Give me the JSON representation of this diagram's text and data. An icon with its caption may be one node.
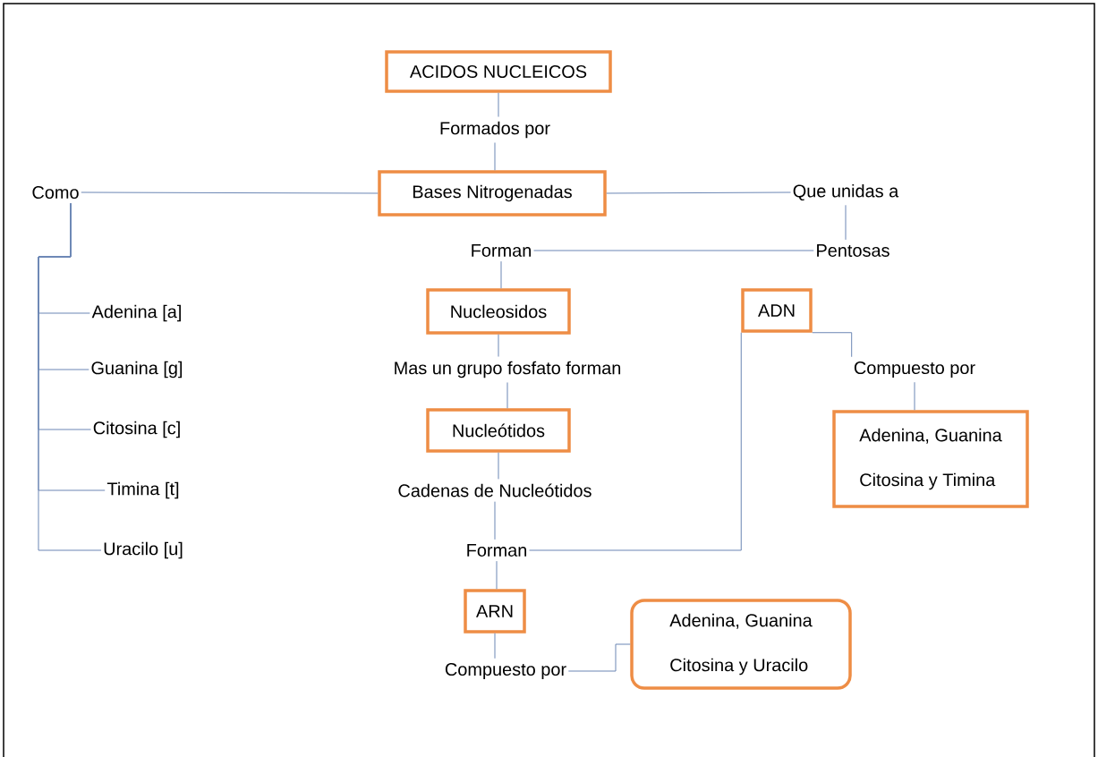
{
  "diagram": {
    "nodes": [
      {
        "text": [
          "ACIDOS NUCLEICOS"
        ]
      },
      {
        "text": [
          "Formados por"
        ]
      },
      {
        "text": [
          "Como"
        ]
      },
      {
        "text": [
          "Bases Nitrogenadas"
        ]
      },
      {
        "text": [
          "Que unidas a"
        ]
      },
      {
        "text": [
          "Forman"
        ]
      },
      {
        "text": [
          "Pentosas"
        ]
      },
      {
        "text": [
          "Adenina [a]"
        ]
      },
      {
        "text": [
          "Nucleosidos"
        ]
      },
      {
        "text": [
          "ADN"
        ]
      },
      {
        "text": [
          "Guanina [g]"
        ]
      },
      {
        "text": [
          "Mas un grupo fosfato forman"
        ]
      },
      {
        "text": [
          "Compuesto por"
        ]
      },
      {
        "text": [
          "Citosina [c]"
        ]
      },
      {
        "text": [
          "Nucleótidos"
        ]
      },
      {
        "text": [
          "Adenina, Guanina",
          "Citosina y Timina"
        ]
      },
      {
        "text": [
          "Timina [t]"
        ]
      },
      {
        "text": [
          "Cadenas de Nucleótidos"
        ]
      },
      {
        "text": [
          "Uracilo [u]"
        ]
      },
      {
        "text": [
          "Forman"
        ]
      },
      {
        "text": [
          "ARN"
        ]
      },
      {
        "text": [
          "Adenina, Guanina",
          "Citosina y Uracilo"
        ]
      },
      {
        "text": [
          "Compuesto por"
        ]
      }
    ],
    "edges": [
      {
        "from": 0,
        "to": 1,
        "arrow": "none"
      },
      {
        "from": 1,
        "to": 3,
        "arrow": "none"
      },
      {
        "from": 3,
        "to": 2,
        "arrow": "none"
      },
      {
        "from": 3,
        "to": 4,
        "arrow": "none"
      },
      {
        "from": 4,
        "to": 6,
        "arrow": "none"
      },
      {
        "from": 6,
        "to": 5,
        "arrow": "none"
      },
      {
        "from": 5,
        "to": 8,
        "arrow": "none"
      },
      {
        "from": 8,
        "to": 11,
        "arrow": "none"
      },
      {
        "from": 11,
        "to": 14,
        "arrow": "none"
      },
      {
        "from": 14,
        "to": 17,
        "arrow": "none"
      },
      {
        "from": 17,
        "to": 19,
        "arrow": "none"
      },
      {
        "from": 19,
        "to": 9,
        "arrow": "none"
      },
      {
        "from": 9,
        "to": 12,
        "arrow": "none"
      },
      {
        "from": 12,
        "to": 15,
        "arrow": "none"
      },
      {
        "from": 19,
        "to": 20,
        "arrow": "none"
      },
      {
        "from": 20,
        "to": 22,
        "arrow": "none"
      },
      {
        "from": 22,
        "to": 21,
        "arrow": "none"
      },
      {
        "from": 2,
        "to": 7,
        "arrow": "none"
      },
      {
        "from": 2,
        "to": 10,
        "arrow": "none"
      },
      {
        "from": 2,
        "to": 13,
        "arrow": "none"
      },
      {
        "from": 2,
        "to": 16,
        "arrow": "none"
      },
      {
        "from": 2,
        "to": 18,
        "arrow": "none"
      }
    ]
  }
}
